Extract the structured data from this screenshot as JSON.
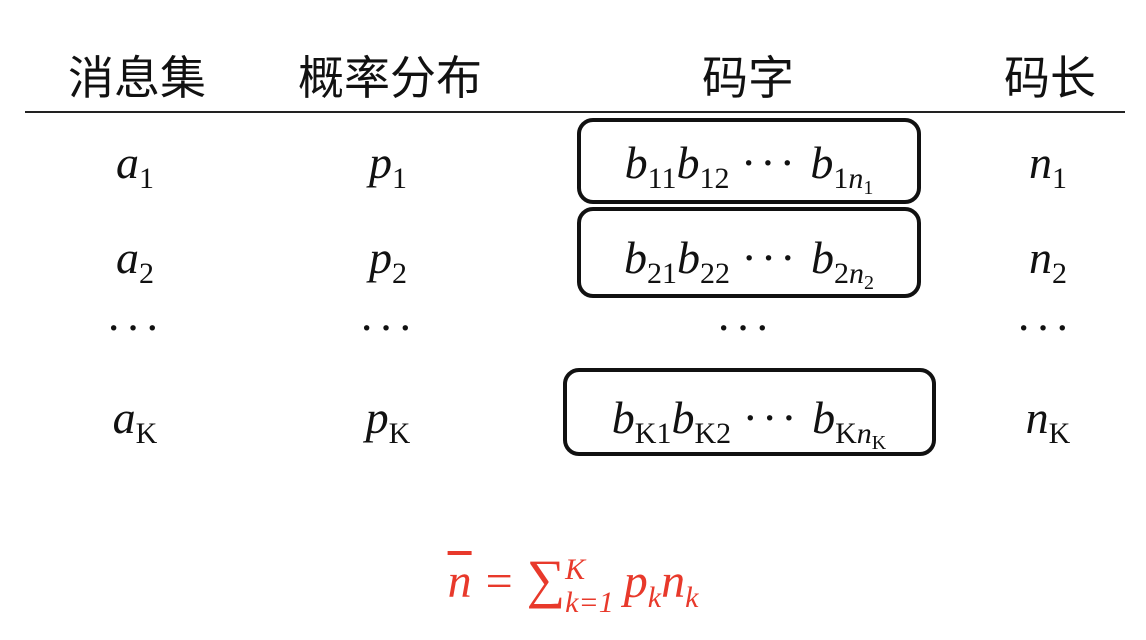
{
  "headers": [
    "消息集",
    "概率分布",
    "码字",
    "码长"
  ],
  "rows": [
    {
      "msg": {
        "b": "a",
        "s": "1"
      },
      "prob": {
        "b": "p",
        "s": "1"
      },
      "code": {
        "b1": "b",
        "s1": "11",
        "b2": "b",
        "s2": "12",
        "dots": "···",
        "b3": "b",
        "s3": "1",
        "s3i": "n",
        "s3s": "1"
      },
      "len": {
        "b": "n",
        "s": "1"
      }
    },
    {
      "msg": {
        "b": "a",
        "s": "2"
      },
      "prob": {
        "b": "p",
        "s": "2"
      },
      "code": {
        "b1": "b",
        "s1": "21",
        "b2": "b",
        "s2": "22",
        "dots": "···",
        "b3": "b",
        "s3": "2",
        "s3i": "n",
        "s3s": "2"
      },
      "len": {
        "b": "n",
        "s": "2"
      }
    },
    {
      "msg": {
        "b": "a",
        "s": "K"
      },
      "prob": {
        "b": "p",
        "s": "K"
      },
      "code": {
        "b1": "b",
        "s1": "K1",
        "b2": "b",
        "s2": "K2",
        "dots": "···",
        "b3": "b",
        "s3": "K",
        "s3i": "n",
        "s3s": "K"
      },
      "len": {
        "b": "n",
        "s": "K"
      }
    }
  ],
  "ellipsis": "···",
  "formula": {
    "lhs": "n",
    "eq": "=",
    "sum": "∑",
    "upper": "K",
    "lower": "k=1",
    "p": "p",
    "pk": "k",
    "n": "n",
    "nk": "k",
    "color": "#e8392b"
  }
}
